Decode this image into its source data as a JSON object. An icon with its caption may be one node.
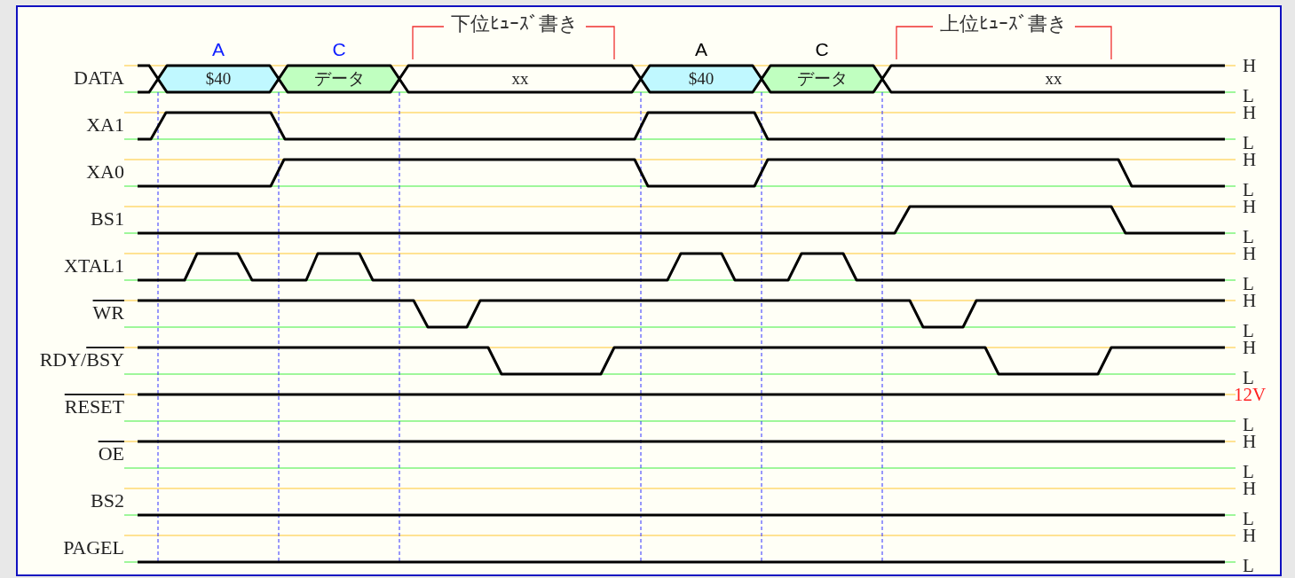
{
  "diagram": {
    "nodes": [
      {
        "text": [
          "$40"
        ]
      },
      {
        "text": [
          "データ"
        ]
      },
      {
        "text": [
          "xx"
        ]
      },
      {
        "text": [
          "$40"
        ]
      },
      {
        "text": [
          "データ"
        ]
      },
      {
        "text": [
          "xx"
        ]
      }
    ],
    "labels": [
      "A",
      "C",
      "下位ﾋｭｰｽﾞ書き",
      "A",
      "C",
      "上位ﾋｭｰｽﾞ書き",
      "DATA",
      "H",
      "L",
      "XA1",
      "H",
      "L",
      "XA0",
      "H",
      "L",
      "BS1",
      "H",
      "L",
      "XTAL1",
      "H",
      "L",
      "WR",
      "H",
      "L",
      "RDY/BSY",
      "H",
      "L",
      "RESET",
      "12V",
      "L",
      "OE",
      "H",
      "L",
      "BS2",
      "H",
      "L",
      "PAGEL",
      "H",
      "L"
    ]
  }
}
